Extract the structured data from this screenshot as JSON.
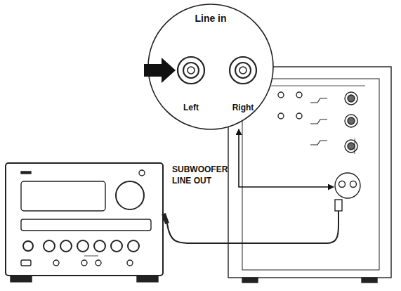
{
  "diagram": {
    "nodes": [
      {
        "text": [
          "Line in",
          "Left",
          "Right"
        ]
      }
    ],
    "labels": [
      "SUBWOOFER LINE OUT"
    ]
  }
}
